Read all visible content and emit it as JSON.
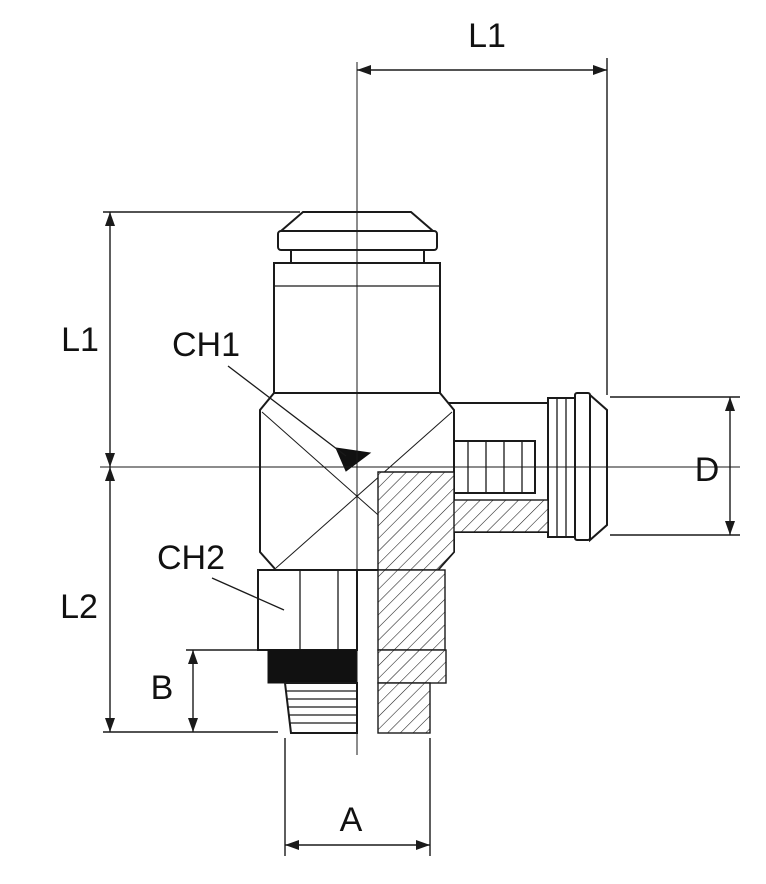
{
  "diagram": {
    "title": "push-in-tee-fitting-section-drawing",
    "labels": {
      "dim_top_l1": "L1",
      "dim_left_l1": "L1",
      "dim_left_l2": "L2",
      "dim_ch1": "CH1",
      "dim_ch2": "CH2",
      "dim_b": "B",
      "dim_a": "A",
      "dim_d": "D"
    },
    "colors": {
      "line": "#1a1a1a",
      "background": "#ffffff",
      "seal_ring": "#111111"
    }
  }
}
